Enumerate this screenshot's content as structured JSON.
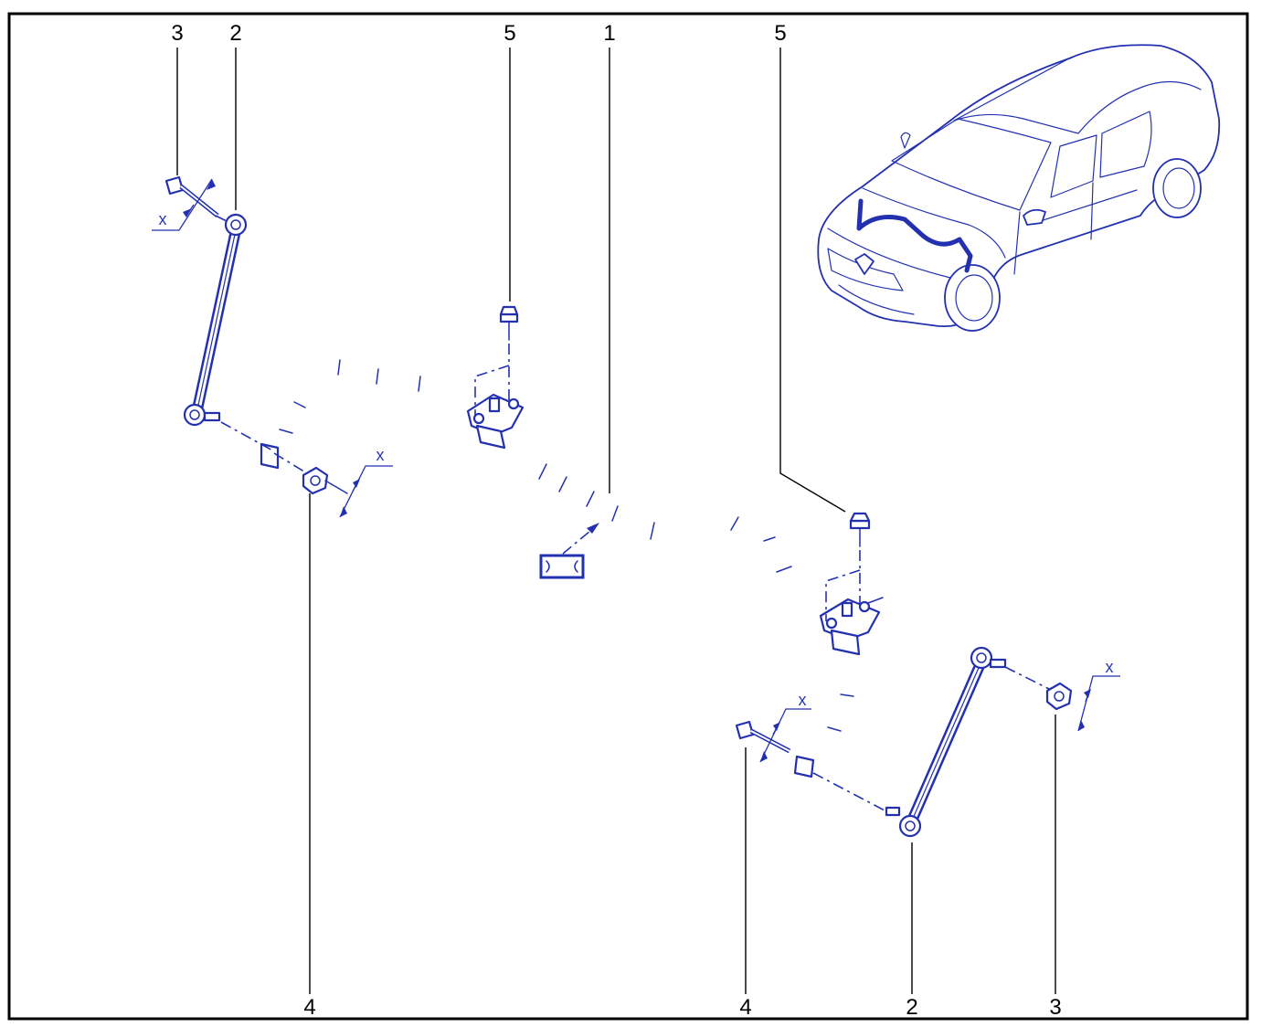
{
  "callouts": {
    "c1": "1",
    "c2_top": "2",
    "c2_bottom": "2",
    "c3_top": "3",
    "c3_bottom": "3",
    "c4_left": "4",
    "c4_right": "4",
    "c5_left": "5",
    "c5_right": "5"
  },
  "dimension_labels": {
    "x1": "x",
    "x2": "x",
    "x3": "x",
    "x4": "x"
  },
  "colors": {
    "line": "#2331b0",
    "frame": "#000000",
    "background": "#ffffff"
  }
}
